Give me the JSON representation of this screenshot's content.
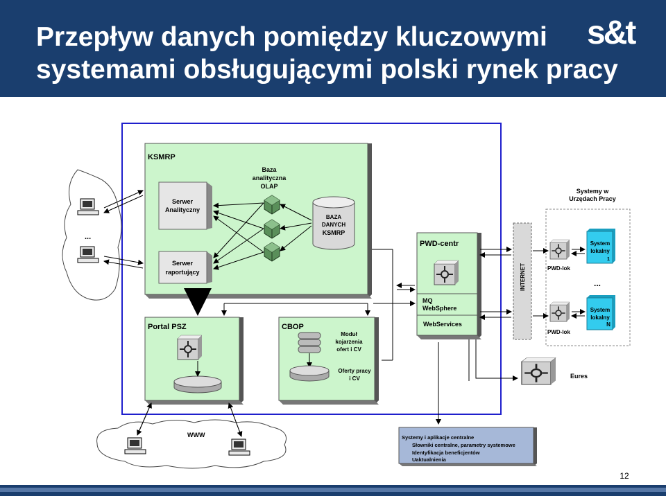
{
  "header": {
    "title_line1": "Przepływ danych pomiędzy kluczowymi",
    "title_line2": "systemami obsługującymi polski rynek pracy",
    "logo": "s&t"
  },
  "ksmrp": {
    "label": "KSMRP",
    "server_analytic": [
      "Serwer",
      "Analityczny"
    ],
    "server_report": [
      "Serwer",
      "raportujący"
    ],
    "olap": [
      "Baza",
      "analityczna",
      "OLAP"
    ],
    "db": [
      "BAZA",
      "DANYCH",
      "KSMRP"
    ]
  },
  "portal": {
    "label": "Portal PSZ"
  },
  "cbop": {
    "label": "CBOP",
    "module": [
      "Moduł",
      "kojarzenia",
      "ofert i CV"
    ],
    "offers": [
      "Oferty pracy",
      "i CV"
    ]
  },
  "pwd_centr": {
    "label": "PWD-centr",
    "mq": [
      "MQ",
      "WebSphere"
    ],
    "ws": "WebServices"
  },
  "internet": "INTERNET",
  "offices": {
    "label": [
      "Systemy   w",
      "Urzędach Pracy"
    ],
    "pwd_lok_1": "PWD-lok",
    "pwd_lok_n": "PWD-lok",
    "sys1": [
      "System",
      "lokalny",
      "1"
    ],
    "sysn": [
      "System",
      "lokalny",
      "N"
    ],
    "dots": "..."
  },
  "eures": "Eures",
  "cloud_left_dots": "...",
  "www": "WWW",
  "central": [
    "Systemy i aplikacje centralne",
    "Słowniki centralne, parametry systemowe",
    "Identyfikacja beneficjentów",
    "Uaktualnienia"
  ],
  "page_number": "12",
  "colors": {
    "header_bg": "#1a3e6e",
    "panel_green": "#ccf5cc",
    "box_gray": "#d9d9d9",
    "cyan_box": "#33ccee",
    "outer_border": "#1f1fcc"
  }
}
